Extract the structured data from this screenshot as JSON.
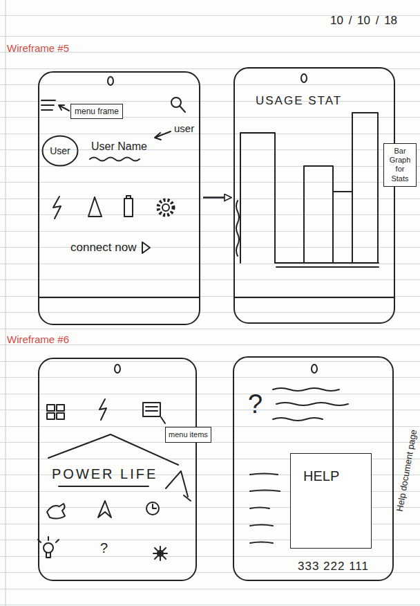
{
  "diagram": {
    "nodes": [
      {
        "text": [
          "User Name",
          "user",
          "connect now"
        ]
      },
      {
        "text": [
          "menu frame"
        ],
        "in": 0
      },
      {
        "text": [
          "User"
        ],
        "in": 0
      },
      {
        "text": [
          "USAGE STAT"
        ]
      },
      {
        "text": [
          "Bar Graph for Stats"
        ]
      },
      {
        "text": [
          "POWER LIFE",
          "?"
        ]
      },
      {
        "text": [
          "menu items"
        ],
        "in": 5
      },
      {
        "text": [
          "?",
          "333 222 111"
        ]
      },
      {
        "text": [
          "HELP"
        ],
        "in": 7
      }
    ],
    "edges": [
      {
        "from": 0,
        "to": 3,
        "arrow": "to"
      }
    ],
    "labels": [
      "10 / 10 / 18",
      "Wireframe #5",
      "Wireframe #6",
      "Help document page"
    ]
  }
}
